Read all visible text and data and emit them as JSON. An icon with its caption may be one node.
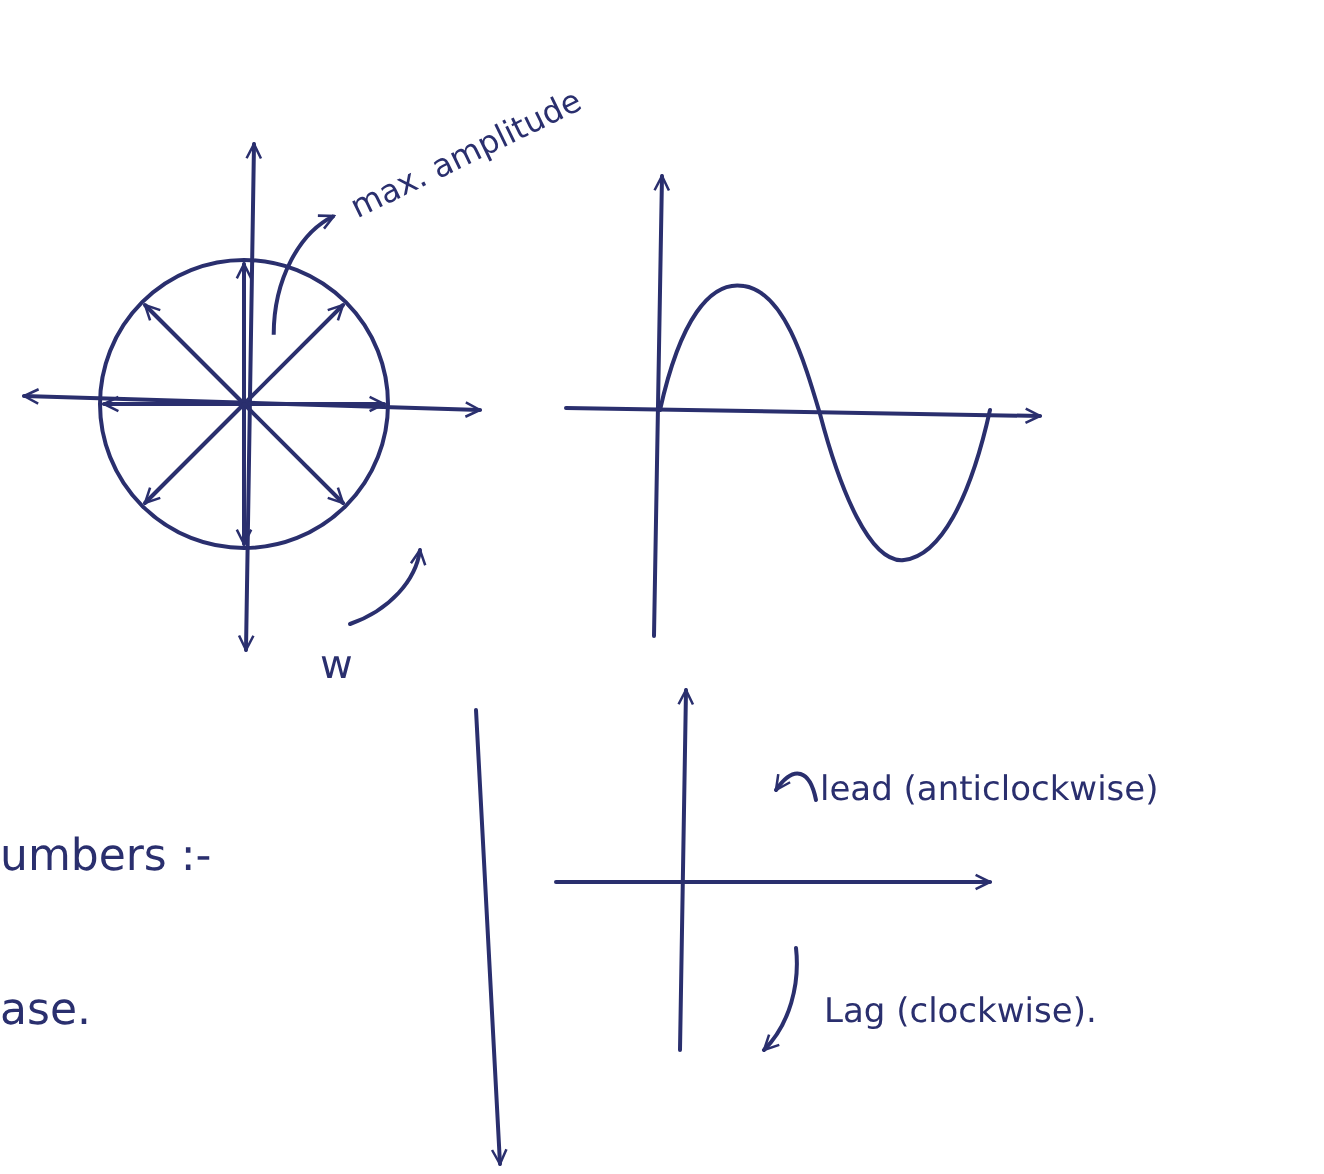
{
  "diagram": {
    "nodes": [
      {
        "text": [
          "max. amplitude"
        ]
      },
      {
        "text": [],
        "shape": "arrow"
      }
    ],
    "edges": [
      {
        "from": 1,
        "to": 0,
        "arrow": "to"
      }
    ],
    "labels": [
      "w",
      "umbers :-",
      "ase.",
      "lead (anticlockwise)",
      "Lag (clockwise)."
    ]
  }
}
